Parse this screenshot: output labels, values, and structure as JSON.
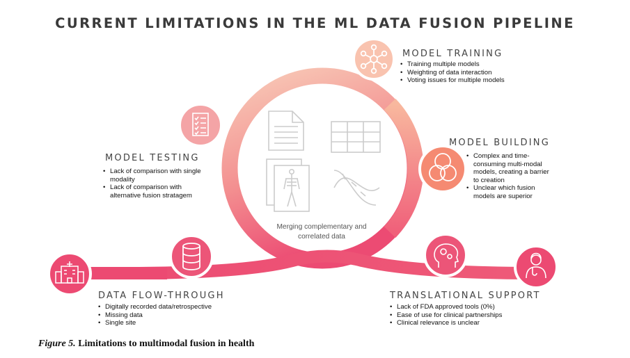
{
  "title": "CURRENT LIMITATIONS IN THE ML DATA FUSION PIPELINE",
  "center_caption": "Merging complementary and correlated data",
  "stages": {
    "model_training": {
      "title": "MODEL TRAINING",
      "icon": "network-nodes-icon",
      "items": [
        "Training multiple models",
        "Weighting of data interaction",
        "Voting issues for multiple models"
      ]
    },
    "model_building": {
      "title": "MODEL BUILDING",
      "icon": "venn-circles-icon",
      "items": [
        "Complex and time-consuming multi-modal models, creating a barrier to creation",
        "Unclear which fusion models are superior"
      ]
    },
    "model_testing": {
      "title": "MODEL TESTING",
      "icon": "checklist-icon",
      "items": [
        "Lack of comparison with single modality",
        "Lack of comparison with alternative fusion stratagem"
      ]
    },
    "data_flow_through": {
      "title": "DATA FLOW-THROUGH",
      "icon": "database-icon",
      "items": [
        "Digitally recorded data/retrospective",
        "Missing data",
        "Single site"
      ]
    },
    "translational_support": {
      "title": "TRANSLATIONAL SUPPORT",
      "icon": "head-gears-icon",
      "items": [
        "Lack of FDA approved tools (0%)",
        "Ease of use for clinical partnerships",
        "Clinical relevance is unclear"
      ]
    }
  },
  "endpoints": {
    "left_icon": "hospital-icon",
    "right_icon": "doctor-icon"
  },
  "center_icons": [
    "document-icon",
    "table-icon",
    "skeleton-xray-icon",
    "dna-icon"
  ],
  "figure_caption": {
    "label": "Figure 5.",
    "text": "Limitations to multimodal fusion in health"
  },
  "colors": {
    "ring_start": "#f8c8b4",
    "ring_end": "#ec4b73",
    "model_training": "#f9c2ae",
    "model_building": "#f58a72",
    "model_testing": "#f4a5a6",
    "data_flow": "#ec5578",
    "translational": "#ec5578",
    "title_text": "#3a3a3a"
  }
}
